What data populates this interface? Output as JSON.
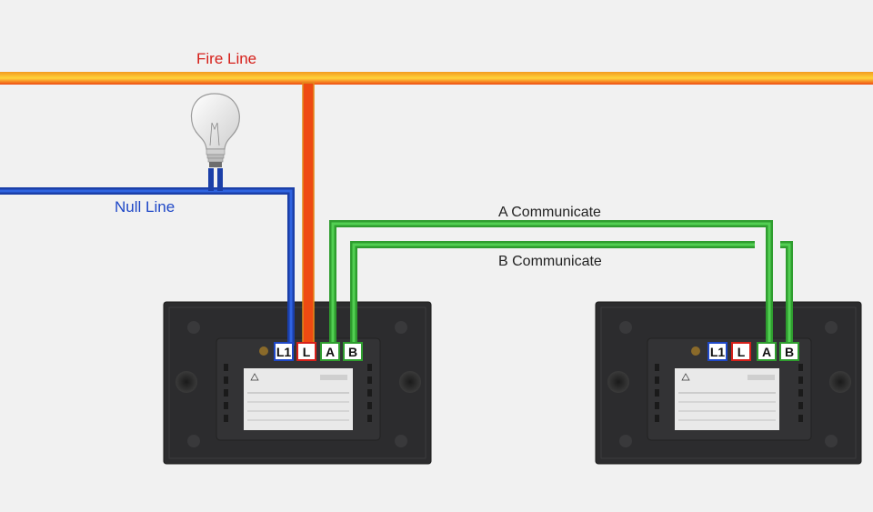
{
  "labels": {
    "fire_line": "Fire Line",
    "null_line": "Null Line",
    "a_communicate": "A Communicate",
    "b_communicate": "B Communicate"
  },
  "terminals": {
    "l1": "L1",
    "l": "L",
    "a": "A",
    "b": "B"
  },
  "colors": {
    "fire": "#ee4a12",
    "null": "#1f48c7",
    "comm": "#3ab53a",
    "panel": "#2c2c2e",
    "label_panel": "#e9e9e9"
  },
  "icons": {
    "lamp": "light-bulb-icon",
    "switch": "wall-switch-back-panel"
  }
}
